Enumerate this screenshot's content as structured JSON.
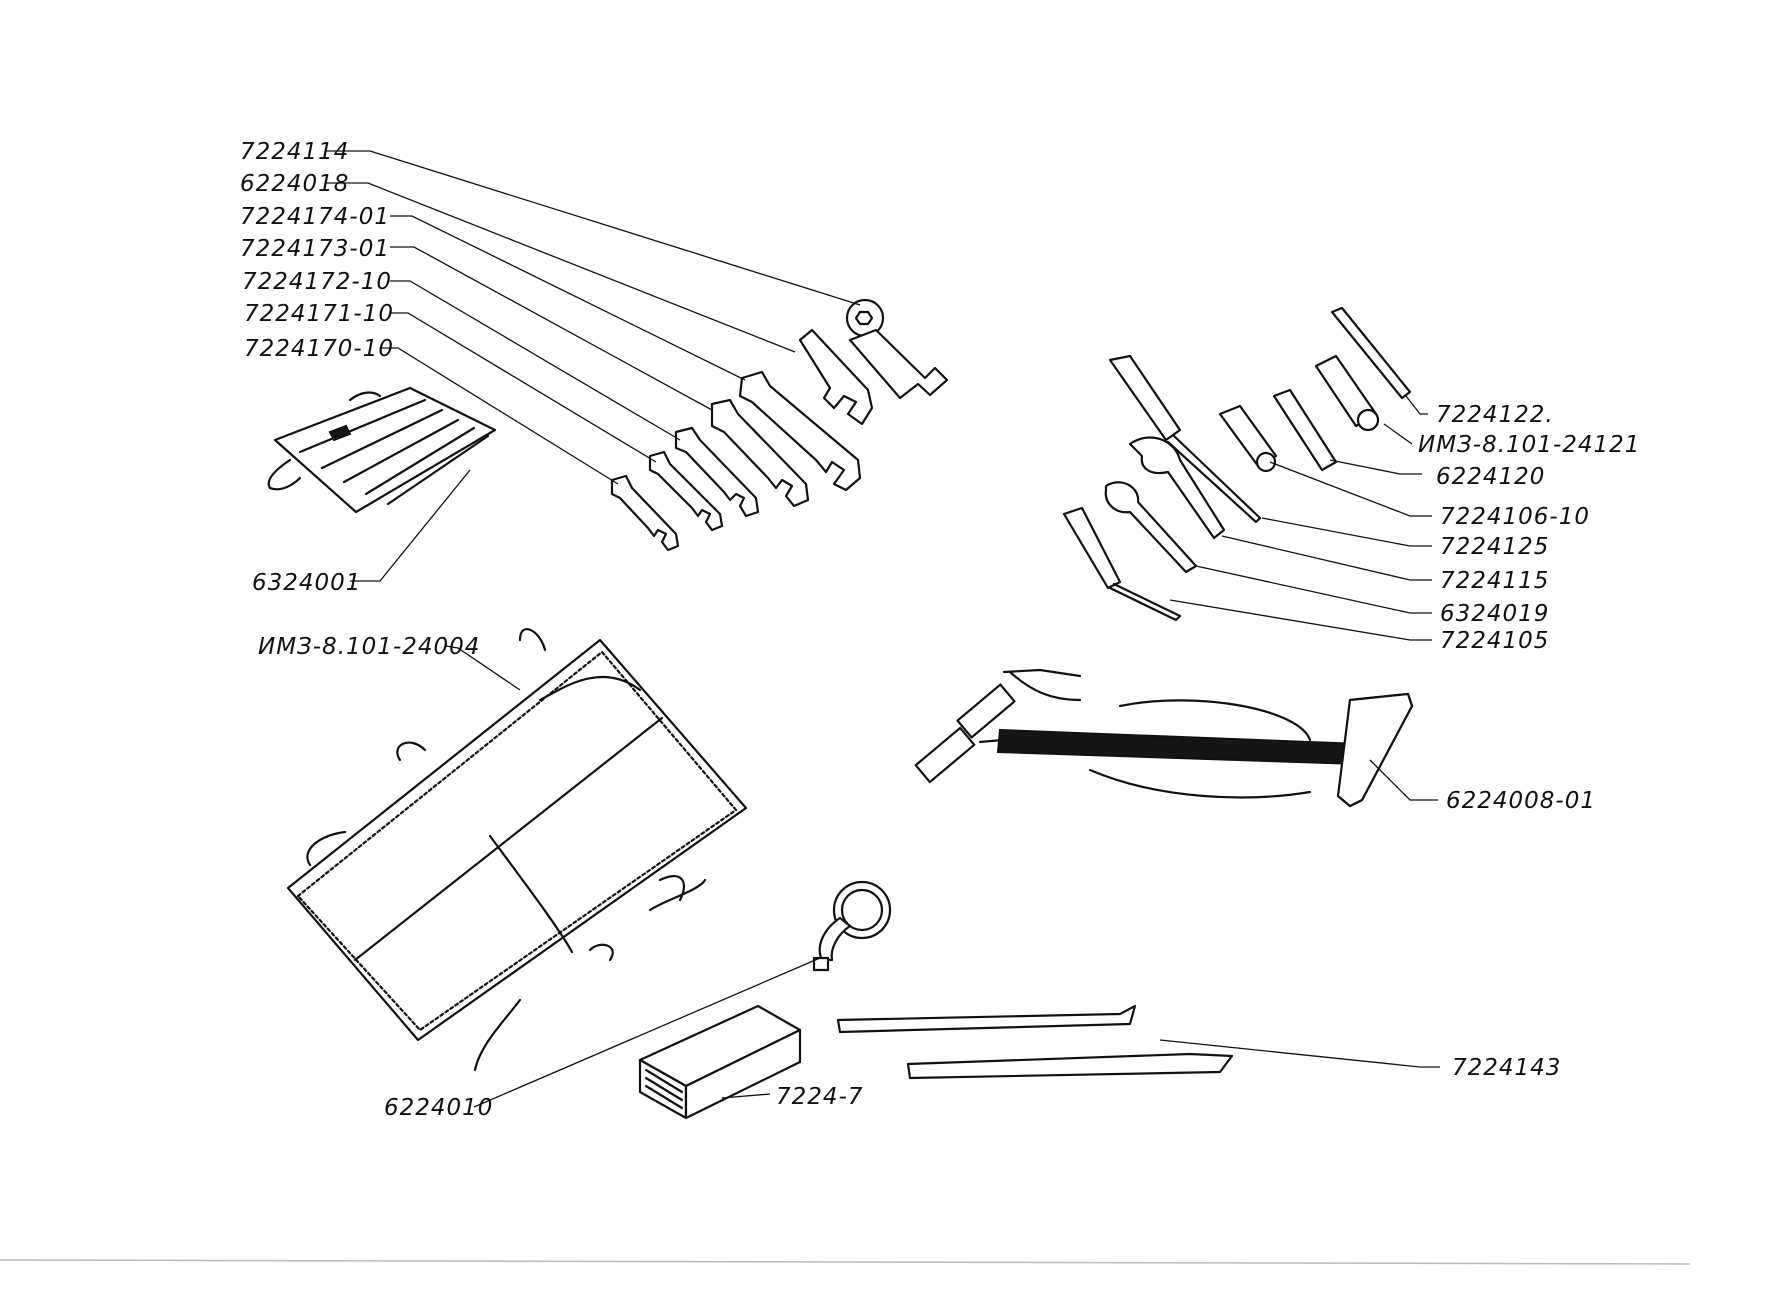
{
  "labels": {
    "l7224114": "7224114",
    "l6224018": "6224018",
    "l7224174_01": "7224174-01",
    "l7224173_01": "7224173-01",
    "l7224172_10": "7224172-10",
    "l7224171_10": "7224171-10",
    "l7224170_10": "7224170-10",
    "l6324001": "6324001",
    "limz24004": "ИМЗ-8.101-24004",
    "l6224010": "6224010",
    "l7224_7": "7224-7",
    "l7224122": "7224122.",
    "limz24121": "ИМЗ-8.101-24121",
    "l6224120": "6224120",
    "l7224106_10": "7224106-10",
    "l7224125": "7224125",
    "l7224115": "7224115",
    "l6324019": "6324019",
    "l7224105": "7224105",
    "l6224008_01": "6224008-01",
    "l7224143": "7224143"
  }
}
